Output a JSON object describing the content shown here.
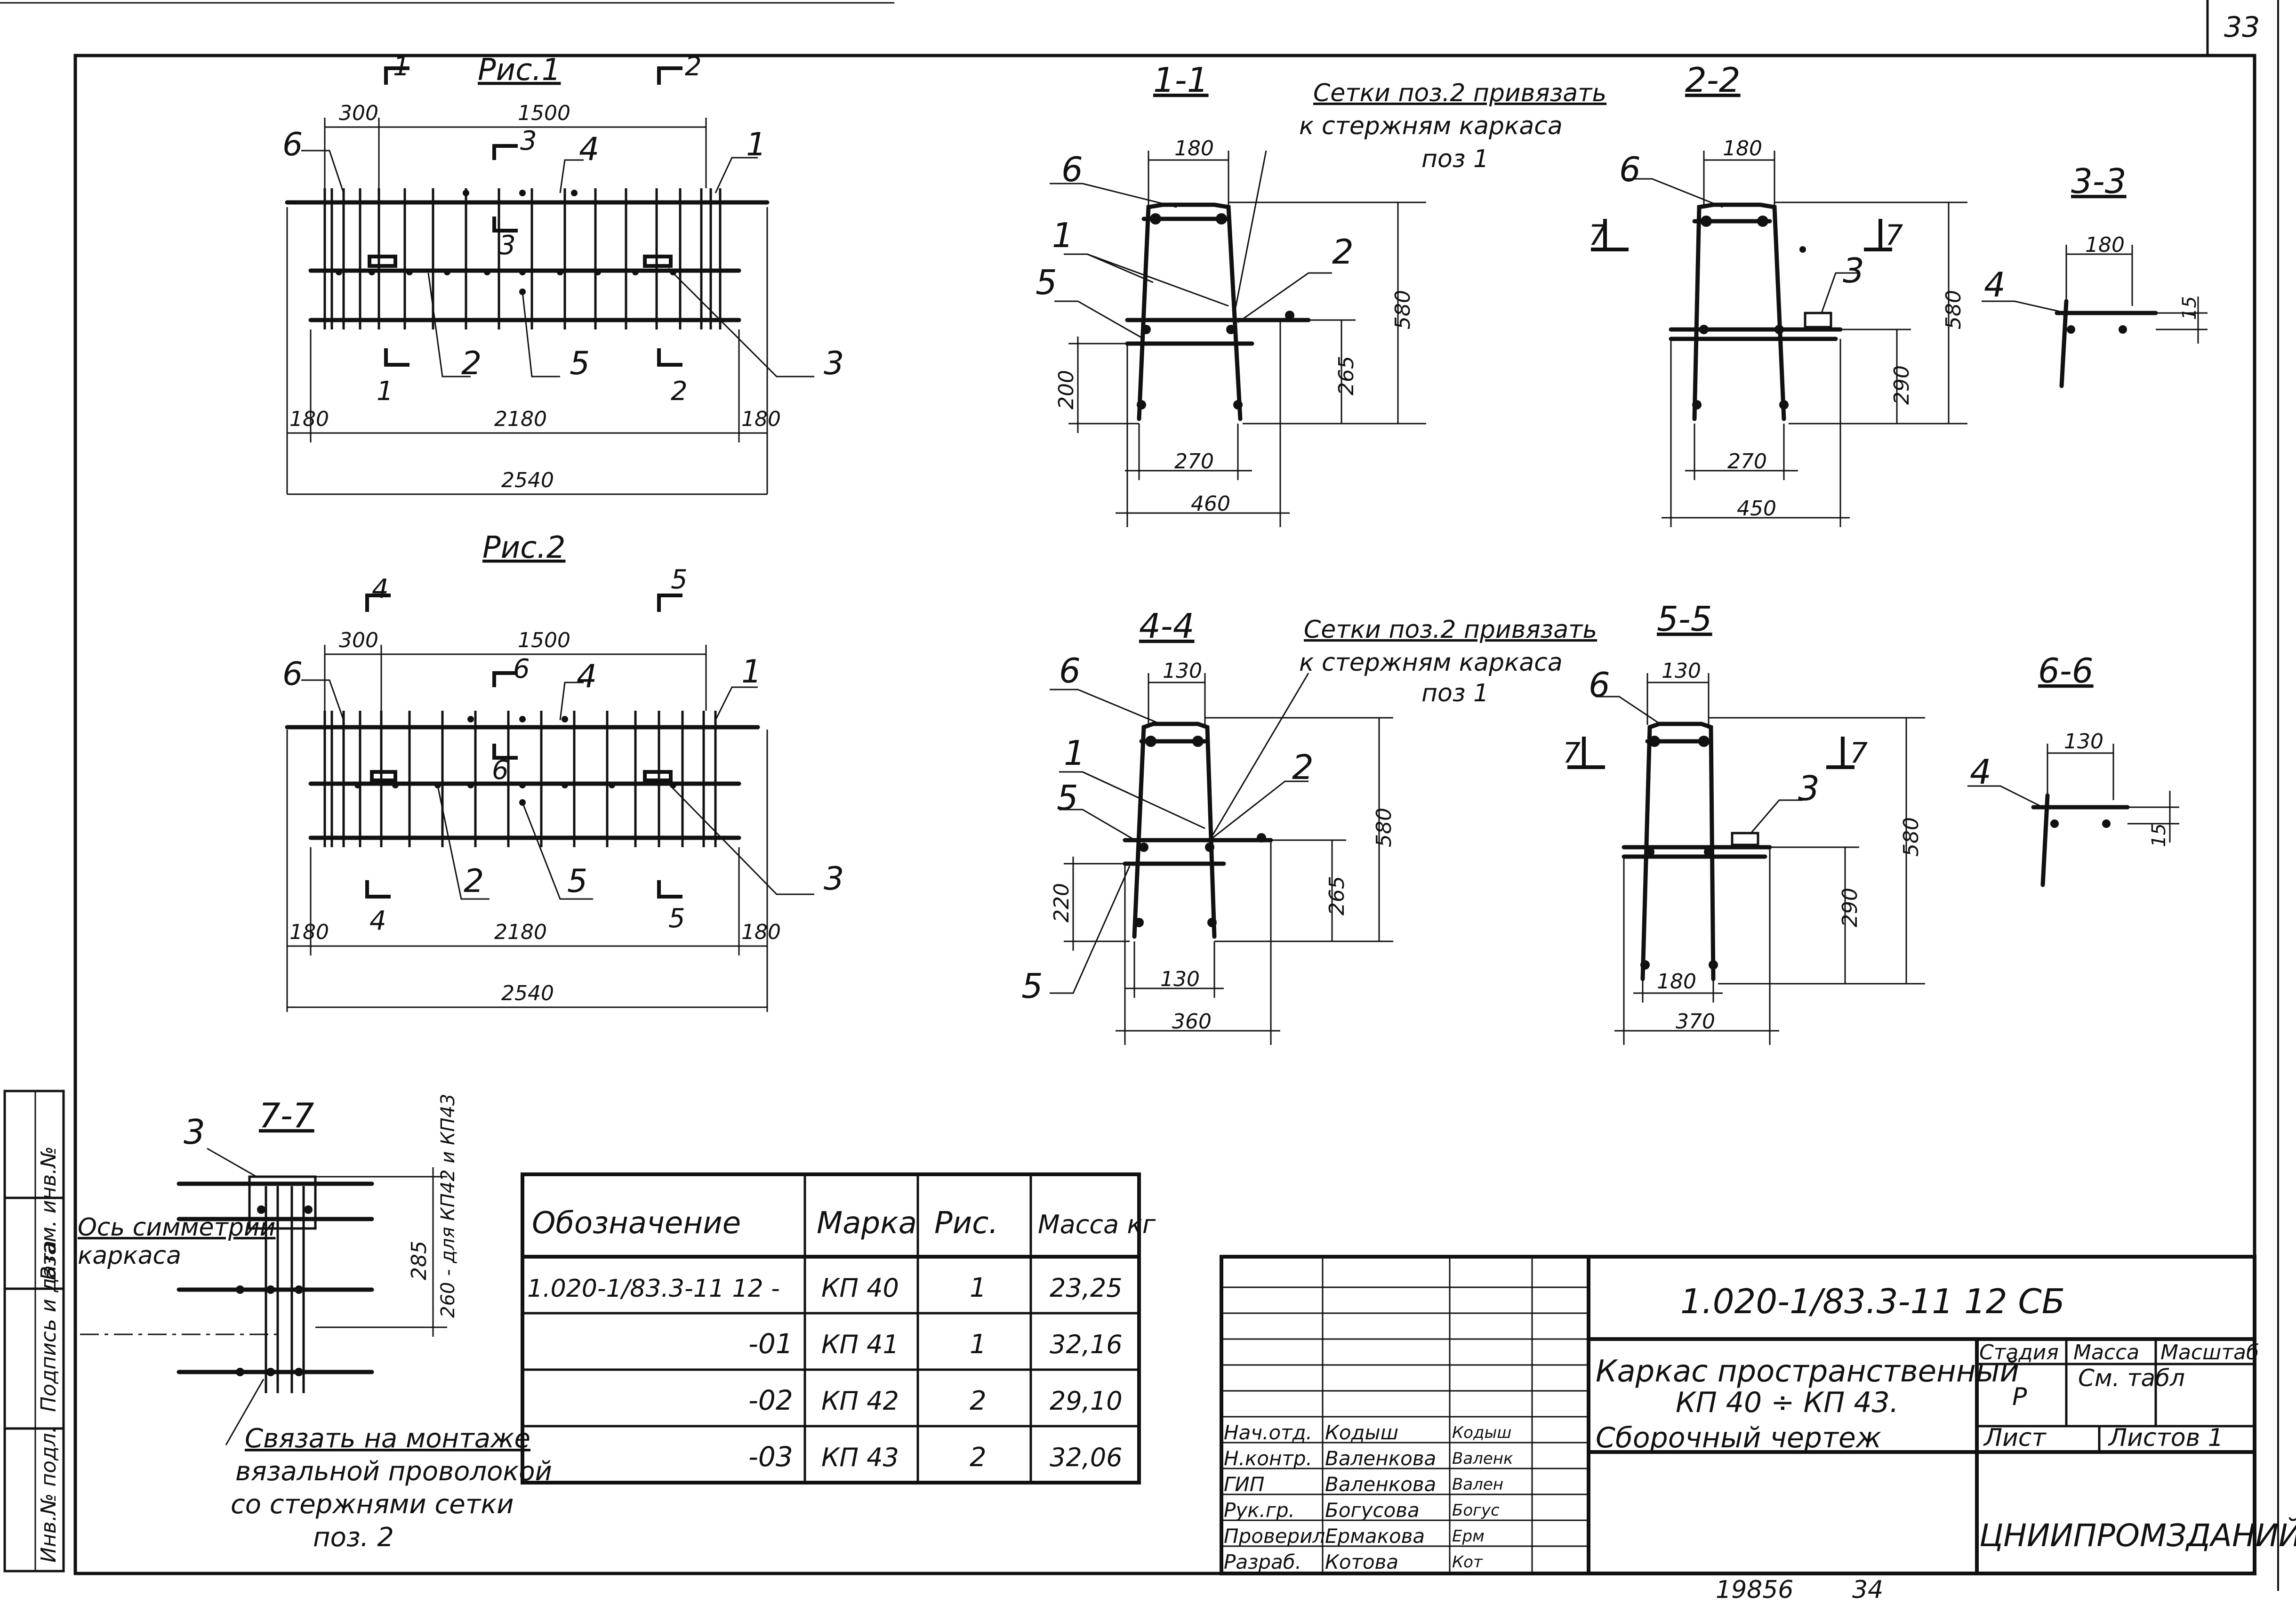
{
  "sheet_number": "33",
  "bottom_numbers": [
    "19856",
    "34"
  ],
  "fig1": {
    "title": "Рис.1",
    "cuts": [
      "1",
      "2",
      "3"
    ],
    "positions": [
      "6",
      "4",
      "1",
      "2",
      "5",
      "3"
    ],
    "dims": [
      "300",
      "1500",
      "180",
      "2180",
      "180",
      "2540"
    ]
  },
  "fig2": {
    "title": "Рис.2",
    "cuts": [
      "4",
      "5",
      "6"
    ],
    "positions": [
      "6",
      "4",
      "1",
      "2",
      "5",
      "3"
    ],
    "dims": [
      "300",
      "1500",
      "180",
      "2180",
      "180",
      "2540"
    ]
  },
  "sec11": {
    "title": "1-1",
    "note": [
      "Сетки поз.2 привязать",
      "к стержням каркаса",
      "поз 1"
    ],
    "positions": [
      "6",
      "1",
      "5",
      "2"
    ],
    "dims": [
      "180",
      "580",
      "265",
      "200",
      "270",
      "460"
    ]
  },
  "sec22": {
    "title": "2-2",
    "cut": "7",
    "positions": [
      "6",
      "3"
    ],
    "dims": [
      "180",
      "580",
      "290",
      "270",
      "450"
    ]
  },
  "sec33": {
    "title": "3-3",
    "positions": [
      "4"
    ],
    "dims": [
      "180",
      "15"
    ]
  },
  "sec44": {
    "title": "4-4",
    "note": [
      "Сетки поз.2 привязать",
      "к стержням каркаса",
      "поз 1"
    ],
    "positions": [
      "6",
      "1",
      "5",
      "2",
      "5"
    ],
    "dims": [
      "130",
      "580",
      "265",
      "220",
      "130",
      "360"
    ]
  },
  "sec55": {
    "title": "5-5",
    "cut": "7",
    "positions": [
      "6",
      "3"
    ],
    "dims": [
      "130",
      "580",
      "290",
      "180",
      "370"
    ]
  },
  "sec66": {
    "title": "6-6",
    "positions": [
      "4"
    ],
    "dims": [
      "130",
      "15"
    ]
  },
  "sec77": {
    "title": "7-7",
    "position": "3",
    "axis_label": [
      "Ось симметрии",
      "каркаса"
    ],
    "dims": [
      "285",
      "260 - для КП42 и КП43"
    ],
    "note": [
      "Связать на монтаже",
      "вязальной проволокой",
      "со стержнями сетки",
      "поз. 2"
    ]
  },
  "spec_table": {
    "headers": [
      "Обозначение",
      "Марка",
      "Рис.",
      "Масса кг"
    ],
    "rows": [
      [
        "1.020-1/83.3-11   12 -",
        "КП 40",
        "1",
        "23,25"
      ],
      [
        "-01",
        "КП 41",
        "1",
        "32,16"
      ],
      [
        "-02",
        "КП 42",
        "2",
        "29,10"
      ],
      [
        "-03",
        "КП 43",
        "2",
        "32,06"
      ]
    ]
  },
  "title_block": {
    "code": "1.020-1/83.3-11   12 СБ",
    "name_lines": [
      "Каркас пространственный",
      "КП 40 ÷ КП 43.",
      "Сборочный чертеж"
    ],
    "stage_label": "Стадия",
    "mass_label": "Масса",
    "scale_label": "Масштаб",
    "stage_value": "Р",
    "mass_value": "См. табл",
    "sheet_label": "Лист",
    "sheets_label": "Листов 1",
    "organization": "ЦНИИПРОМЗДАНИЙ",
    "roles": [
      {
        "role": "Нач.отд.",
        "name": "Кодыш",
        "sign": "Кодыш"
      },
      {
        "role": "Н.контр.",
        "name": "Валенкова",
        "sign": "Валенк"
      },
      {
        "role": "ГИП",
        "name": "Валенкова",
        "sign": "Вален"
      },
      {
        "role": "Рук.гр.",
        "name": "Богусова",
        "sign": "Богус"
      },
      {
        "role": "Проверил",
        "name": "Ермакова",
        "sign": "Ерм"
      },
      {
        "role": "Разраб.",
        "name": "Котова",
        "sign": "Кот"
      }
    ]
  },
  "side_stamp": [
    "Инв.№ подл.",
    "Подпись и дата",
    "Взам. инв.№"
  ]
}
